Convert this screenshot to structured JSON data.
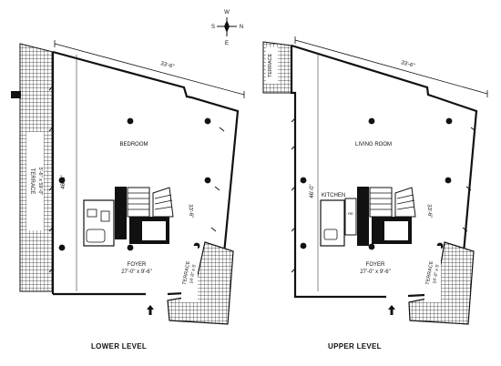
{
  "compass": {
    "north": "N",
    "south": "S",
    "east": "E",
    "west": "W"
  },
  "lower_level": {
    "caption": "LOWER LEVEL",
    "dim_top": "33'-6\"",
    "dim_left": "46'-0\"",
    "dim_right": "33'-6\"",
    "room_main": "BEDROOM",
    "foyer": "FOYER",
    "foyer_dim": "27'-0\" x 9'-6\"",
    "terrace_left": "TERRACE",
    "terrace_left_dim": "5'-6\" x 59'-0\"",
    "terrace_right": "TERRACE",
    "terrace_right_dim": "14'-0\" x 5'"
  },
  "upper_level": {
    "caption": "UPPER LEVEL",
    "dim_top": "33'-6\"",
    "dim_left": "46'-0\"",
    "dim_right": "33'-6\"",
    "room_main": "LIVING ROOM",
    "kitchen": "KITCHEN",
    "foyer": "FOYER",
    "foyer_dim": "27'-0\" x 9'-6\"",
    "terrace_top": "TERRACE",
    "terrace_right": "TERRACE",
    "terrace_right_dim": "14'-0\" x 5'"
  }
}
